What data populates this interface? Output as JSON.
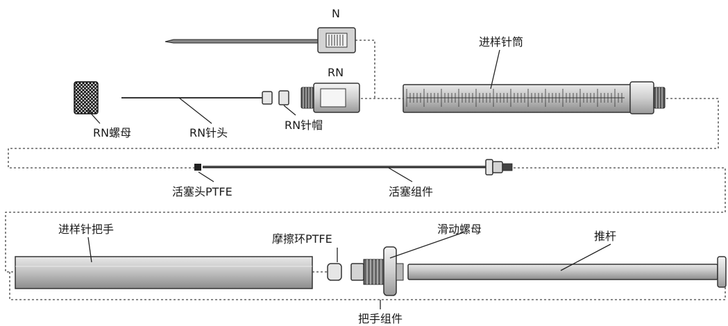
{
  "labels": {
    "n": "N",
    "rn": "RN",
    "barrel": "进样针筒",
    "rn_nut": "RN螺母",
    "rn_needle": "RN针头",
    "rn_cap": "RN针帽",
    "plunger_tip": "活塞头PTFE",
    "plunger_assembly": "活塞组件",
    "syringe_handle": "进样针把手",
    "friction_ring": "摩擦环PTFE",
    "sliding_nut": "滑动螺母",
    "push_rod": "推杆",
    "handle_assembly": "把手组件"
  }
}
